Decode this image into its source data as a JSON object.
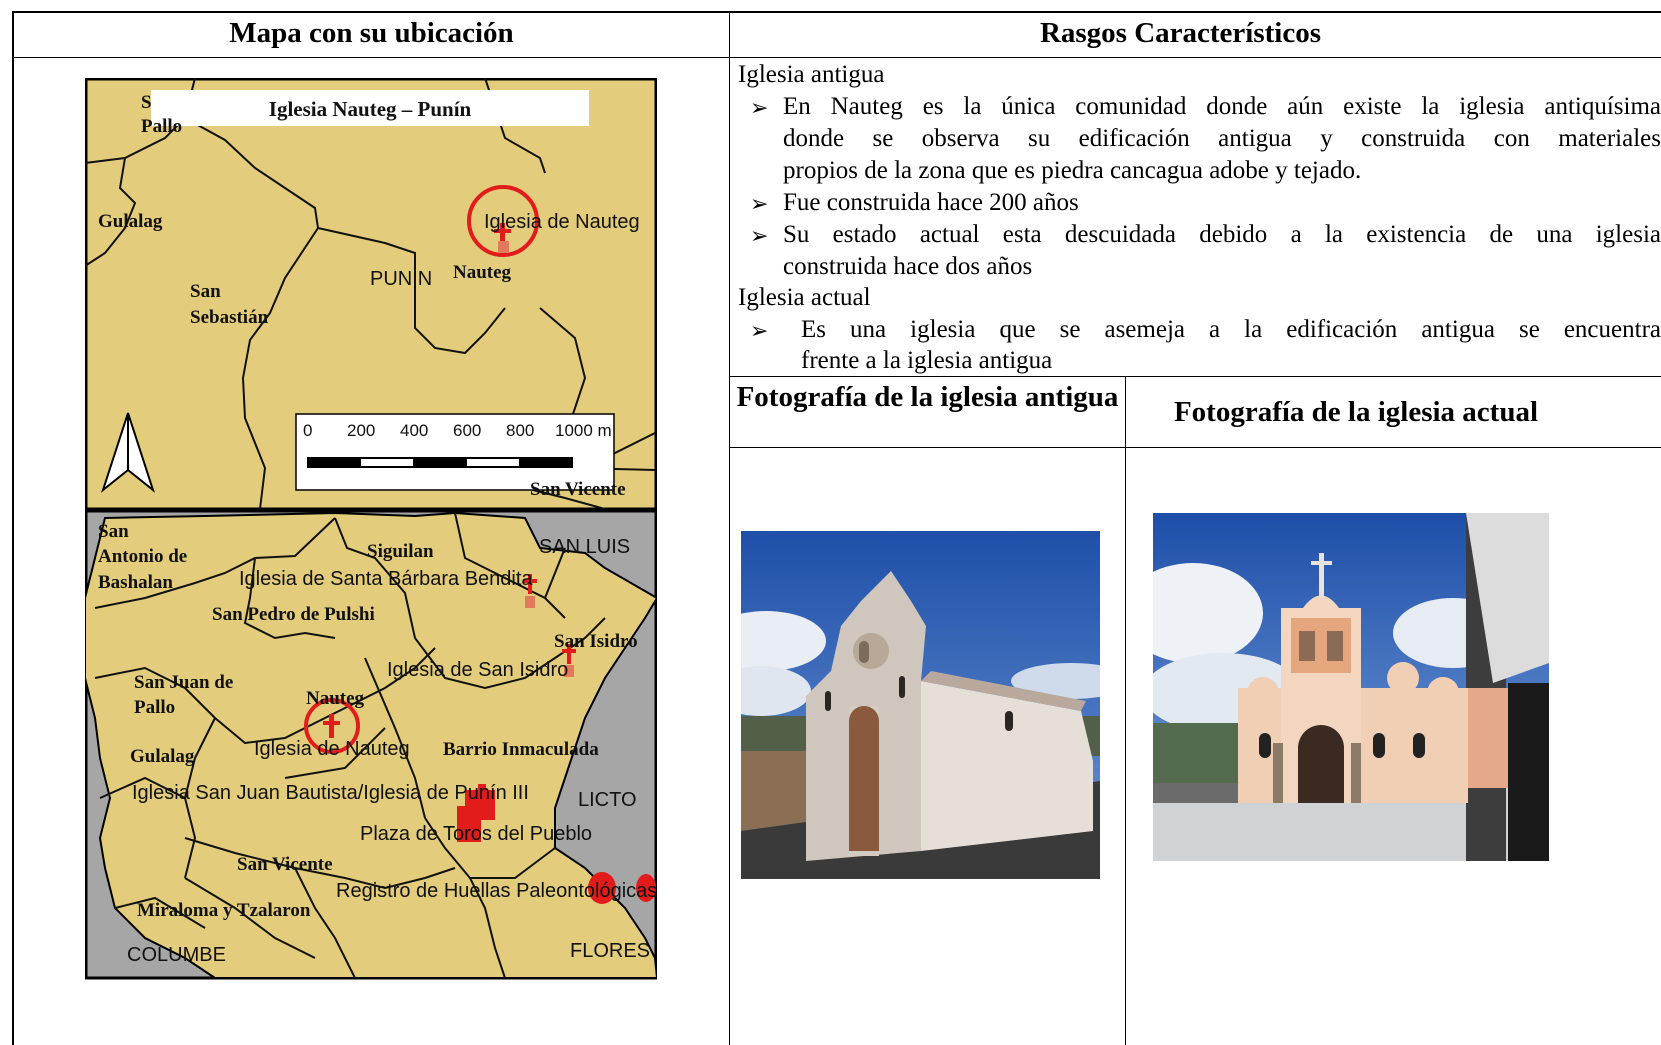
{
  "headers": {
    "map": "Mapa con su ubicación",
    "features": "Rasgos Característicos",
    "photo_old": "Fotografía de la iglesia antigua",
    "photo_new": "Fotografía de la iglesia actual"
  },
  "features": {
    "old_title": "Iglesia antigua",
    "old_b1_l1": "En Nauteg es la única comunidad donde aún existe la iglesia antiquísima",
    "old_b1_l2": "donde se observa su edificación antigua y construida con materiales",
    "old_b1_l3": "propios de la zona que es piedra cancagua adobe y tejado.",
    "old_b2": "Fue construida hace 200 años",
    "old_b3_l1": "Su estado actual esta descuidada debido a la existencia de una iglesia",
    "old_b3_l2": "construida hace dos años",
    "new_title": "Iglesia actual",
    "new_b1_l1": "Es una iglesia que se asemeja a la edificación antigua se encuentra",
    "new_b1_l2": "frente a la iglesia antigua",
    "bullet_glyph": "➢"
  },
  "map_top": {
    "title": "Iglesia Nauteg – Punín",
    "label_s": "S",
    "label_pallo": "Pallo",
    "label_gulalag": "Gulalag",
    "label_san": "San",
    "label_sebastian": "Sebastián",
    "label_punin": "PUNIN",
    "label_nauteg": "Nauteg",
    "label_iglesia": "Iglesia de Nauteg",
    "label_sanvicente": "San Vicente",
    "scale_ticks": [
      "0",
      "200",
      "400",
      "600",
      "800",
      "1000 m"
    ]
  },
  "map_bottom": {
    "l_san": "San",
    "l_antonio": "Antonio de",
    "l_bashalan": "Bashalan",
    "l_siguilan": "Siguilan",
    "l_sanluis": "SAN LUIS",
    "l_santabarbara": "Iglesia de Santa Bárbara Bendita",
    "l_sanpedro": "San Pedro de Pulshi",
    "l_sanisidro": "San Isidro",
    "l_igsanisidro": "Iglesia de San Isidro",
    "l_sanjuan": "San Juan de",
    "l_pallo": "Pallo",
    "l_nauteg": "Nauteg",
    "l_gulalag": "Gulalag",
    "l_ignauteg": "Iglesia de Nauteg",
    "l_barrio": "Barrio Inmaculada",
    "l_igsanjuan": "Iglesia San Juan Bautista/Iglesia de Punín III",
    "l_licto": "LICTO",
    "l_plaza": "Plaza de Toros del Pueblo",
    "l_sanvicente": "San Vicente",
    "l_registro": "Registro de Huellas Paleontológicas",
    "l_miraloma": "Miraloma y Tzalaron",
    "l_columbe": "COLUMBE",
    "l_flores": "FLORES"
  },
  "colors": {
    "land": "#e3cd7c",
    "gray": "#a6a6a6",
    "marker": "#e21b1b",
    "border": "#000000"
  }
}
